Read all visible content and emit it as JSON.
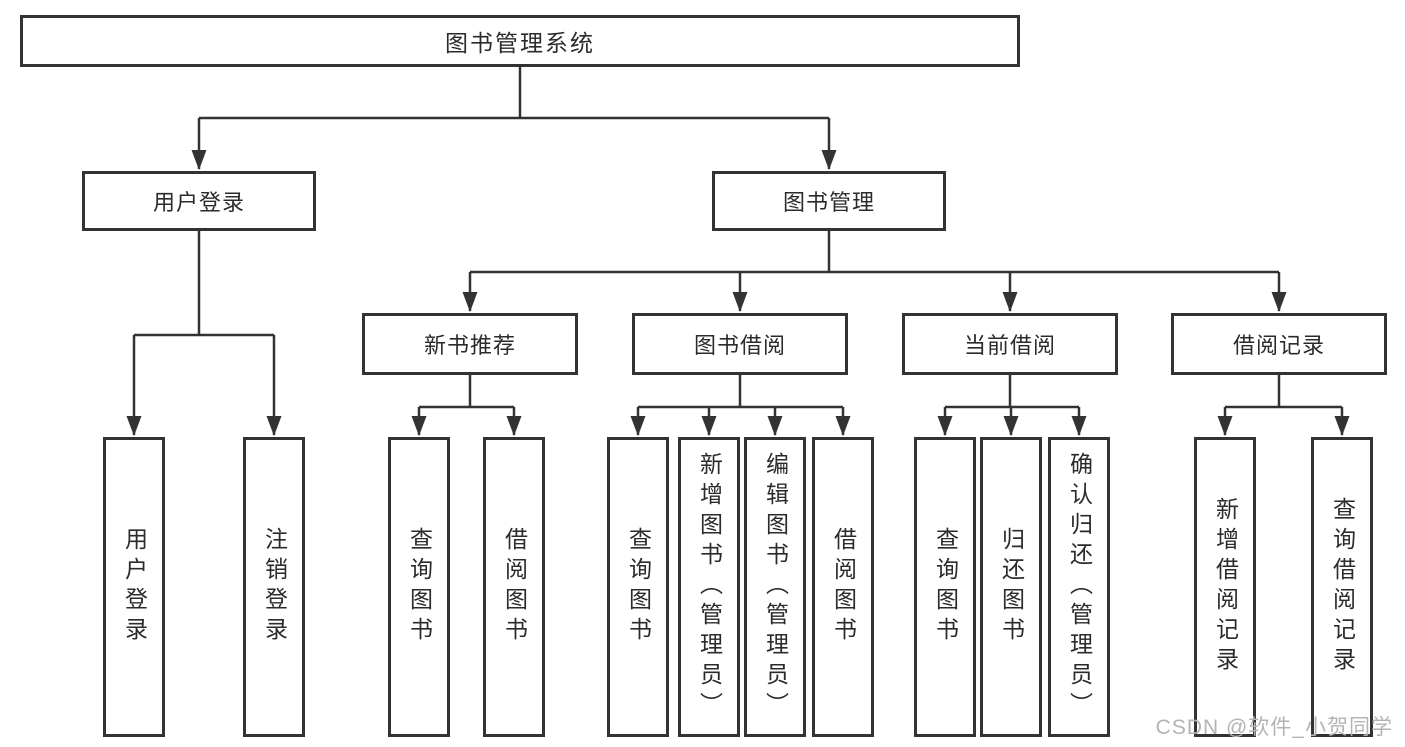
{
  "tree": {
    "root": {
      "label": "图书管理系统"
    },
    "branches": [
      {
        "label": "用户登录",
        "children": [
          {
            "label": "用户登录"
          },
          {
            "label": "注销登录"
          }
        ]
      },
      {
        "label": "图书管理",
        "children": [
          {
            "label": "新书推荐",
            "children": [
              {
                "label": "查询图书"
              },
              {
                "label": "借阅图书"
              }
            ]
          },
          {
            "label": "图书借阅",
            "children": [
              {
                "label": "查询图书"
              },
              {
                "label": "新增图书（管理员）"
              },
              {
                "label": "编辑图书（管理员）"
              },
              {
                "label": "借阅图书"
              }
            ]
          },
          {
            "label": "当前借阅",
            "children": [
              {
                "label": "查询图书"
              },
              {
                "label": "归还图书"
              },
              {
                "label": "确认归还（管理员）"
              }
            ]
          },
          {
            "label": "借阅记录",
            "children": [
              {
                "label": "新增借阅记录"
              },
              {
                "label": "查询借阅记录"
              }
            ]
          }
        ]
      }
    ]
  },
  "watermark": "CSDN @软件_小贺同学",
  "colors": {
    "line": "#333333",
    "border": "#333333",
    "text": "#2b2b2b",
    "background": "#ffffff",
    "watermark": "#b4b4b4"
  }
}
